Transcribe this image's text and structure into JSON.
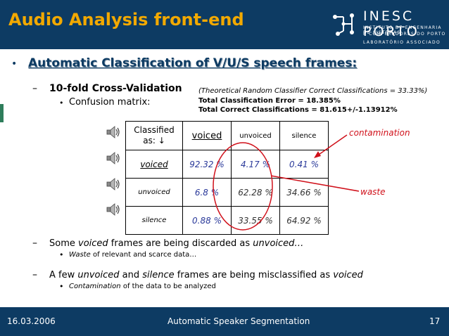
{
  "slide": {
    "title": "Audio Analysis front-end",
    "logo": {
      "name": "INESC PORTO",
      "sub1": "INSTITUTO DE ENGENHARIA DE SISTEMAS",
      "sub2": "E COMPUTADORES DO PORTO",
      "lab": "LABORATÓRIO ASSOCIADO"
    },
    "bullet_symbol": "•",
    "heading": "Automatic Classification of V/U/S speech frames:",
    "dash": "–",
    "cv": "10-fold Cross-Validation",
    "cm_label": "Confusion matrix:",
    "theoretical": "(Theoretical Random Classifier Correct Classifications = 33.33%)",
    "error": "Total Classification Error = 18.385%",
    "correct": "Total Correct Classifications = 81.615+/-1.13912%",
    "table": {
      "corner": "Classified as: ↓",
      "columns": [
        "voiced",
        "unvoiced",
        "silence"
      ],
      "rows": [
        {
          "label": "voiced",
          "cells": [
            "92.32 %",
            "4.17 %",
            "0.41 %"
          ]
        },
        {
          "label": "unvoiced",
          "cells": [
            "6.8 %",
            "62.28 %",
            "34.66 %"
          ]
        },
        {
          "label": "silence",
          "cells": [
            "0.88 %",
            "33.55 %",
            "64.92 %"
          ]
        }
      ]
    },
    "annotations": {
      "contamination": "contamination",
      "waste": "waste"
    },
    "point1": {
      "pre": "Some ",
      "em1": "voiced",
      "mid": " frames are being discarded as ",
      "em2": "unvoiced…"
    },
    "sub1": {
      "em": "Waste",
      "rest": " of relevant and scarce data…"
    },
    "point2": {
      "pre": "A few ",
      "em1": "unvoiced",
      "and": " and ",
      "em2": "silence",
      "mid": " frames are being misclassified as ",
      "em3": "voiced"
    },
    "sub2": {
      "em": "Contamination",
      "rest": " of the data to be analyzed"
    }
  },
  "footer": {
    "date": "16.03.2006",
    "title": "Automatic Speaker Segmentation",
    "page": "17"
  },
  "colors": {
    "navy": "#0d3b63",
    "title_gold": "#f2a900",
    "accent_red": "#d0101a",
    "value_blue": "#2b3a9a"
  },
  "icons": [
    "speaker-icon",
    "inesc-logo-icon"
  ]
}
